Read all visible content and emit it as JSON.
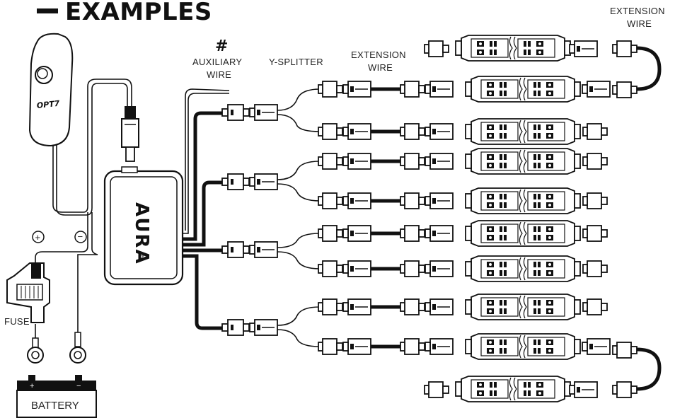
{
  "header": {
    "title": "EXAMPLES"
  },
  "labels": {
    "auxiliary_symbol": "#",
    "auxiliary": "AUXILIARY",
    "auxiliary_wire": "WIRE",
    "y_splitter": "Y-SPLITTER",
    "extension": "EXTENSION",
    "extension_wire": "WIRE",
    "extension_top": "EXTENSION",
    "extension_top_wire": "WIRE",
    "fuse": "FUSE",
    "battery": "BATTERY",
    "plus": "+",
    "minus": "−",
    "aura": "AURA",
    "tm": "TM",
    "opt7": "OPT7"
  }
}
